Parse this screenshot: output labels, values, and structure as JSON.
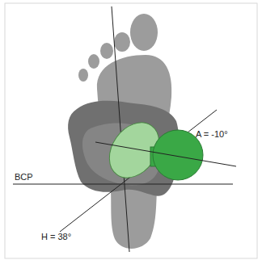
{
  "diagram": {
    "labels": [
      "A = -10°",
      "BCP",
      "H = 38°"
    ]
  }
}
